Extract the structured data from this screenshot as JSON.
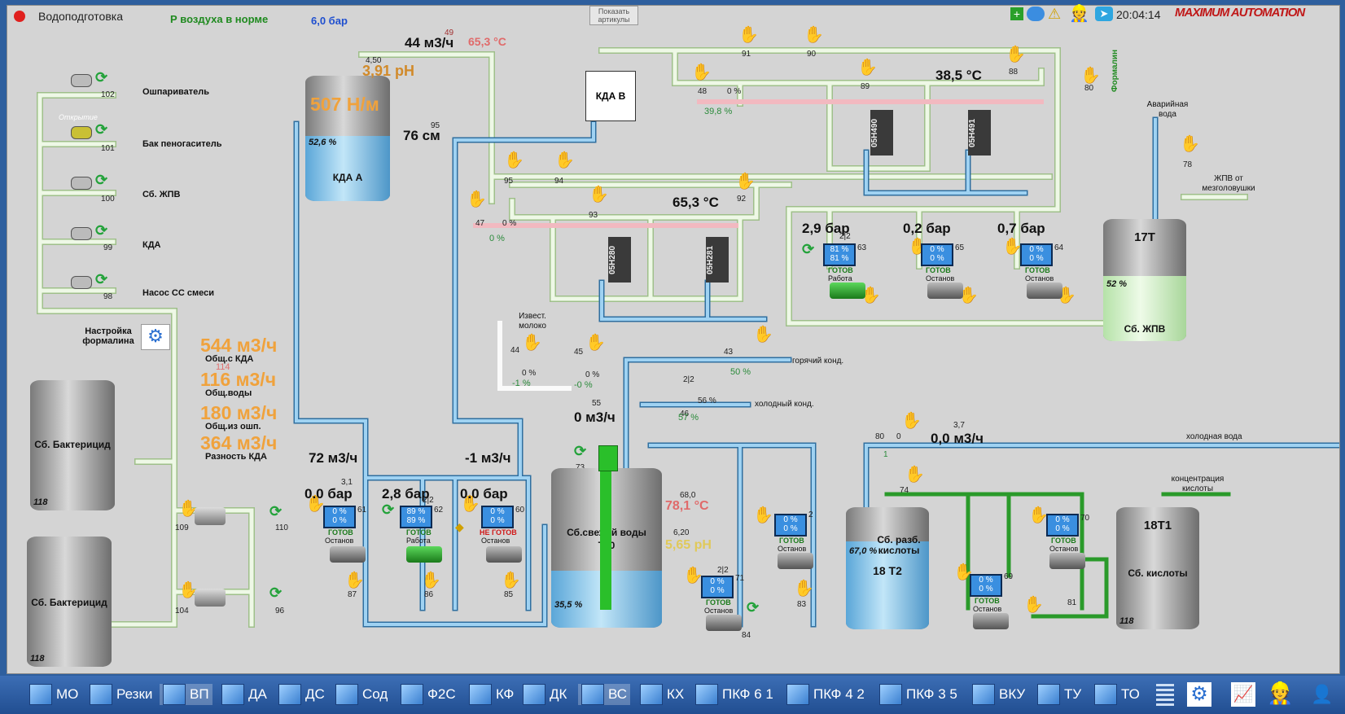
{
  "window": {
    "title": "Водоподготовка"
  },
  "header": {
    "air_status": "Р воздуха в норме",
    "pressure": "6,0 бар",
    "show_articles_btn": "Показать артикулы",
    "clock": "20:04:14",
    "brand": "MAXIMUM AUTOMATION"
  },
  "left_valves": [
    {
      "num": "102",
      "label": "Ошпариватель",
      "state": ""
    },
    {
      "num": "101",
      "label": "Бак пеногаситель",
      "state": "Открытие"
    },
    {
      "num": "100",
      "label": "Сб. ЖПВ",
      "state": ""
    },
    {
      "num": "99",
      "label": "КДА",
      "state": ""
    },
    {
      "num": "98",
      "label": "Насос СС смеси",
      "state": ""
    }
  ],
  "formalin_settings": "Настройка формалина",
  "flows": {
    "total_kda": {
      "value": "544 м3/ч",
      "label": "Общ.с КДА"
    },
    "total_water": {
      "value": "116 м3/ч",
      "label": "Общ.воды",
      "small": "114"
    },
    "total_opsh": {
      "value": "180 м3/ч",
      "label": "Общ.из ошп."
    },
    "diff_kda": {
      "value": "364 м3/ч",
      "label": "Разность КДА"
    }
  },
  "tanks": {
    "bact1": {
      "label": "Сб. Бактерицид",
      "level": "118"
    },
    "bact2": {
      "label": "Сб. Бактерицид",
      "level": "118"
    },
    "kda_a": {
      "label": "КДА А",
      "flow": "507 Н/м",
      "pct": "52,6 %",
      "level_cm": "76 см",
      "small": "95"
    },
    "kda_v": {
      "label": "КДА В"
    },
    "t20": {
      "label1": "Сб.свежей воды",
      "label2": "Т20",
      "pct": "35,5 %",
      "temp": "78,1 °С",
      "temp_small": "68,0",
      "ph": "5,65 pH",
      "ph_small": "6,20"
    },
    "t17": {
      "label": "17Т",
      "pct": "52 %",
      "sub": "Сб. ЖПВ"
    },
    "t18_2": {
      "label1": "Сб. разб. кислоты",
      "label2": "18 Т2",
      "pct": "67,0 %"
    },
    "t18_1": {
      "label1": "18Т1",
      "label2": "Сб. кислоты",
      "level": "118"
    }
  },
  "top": {
    "flow": "44 м3/ч",
    "flow_small": "49",
    "temp": "65,3 °С",
    "ph": "3,91 pH",
    "ph_small": "4,50",
    "temp_right": "38,5 °С",
    "temp_mid": "65,3 °С"
  },
  "heat_exchangers": [
    "05Н490",
    "05Н491",
    "05Н280",
    "05Н281"
  ],
  "valve_nums": [
    "91",
    "90",
    "88",
    "89",
    "48",
    "80",
    "95",
    "94",
    "92",
    "93",
    "47",
    "78",
    "44",
    "45",
    "43",
    "46",
    "80",
    "74",
    "87",
    "86",
    "85",
    "83",
    "81",
    "110",
    "109",
    "104",
    "96",
    "73",
    "84"
  ],
  "valve_pcts": {
    "v48": "0 %",
    "v48b": "39,8 %",
    "v47": "0 %",
    "v47b": "0 %",
    "v44": "0 %",
    "v44b": "-1 %",
    "v45": "0 %",
    "v45b": "-0 %",
    "v43": "50 %",
    "v46": "56 %",
    "v46b": "57 %",
    "v80b": "0",
    "v80b_small": "1"
  },
  "labels": {
    "emergency_water": "Аварийная вода",
    "zhpv_from": "ЖПВ от мезголовушки",
    "formalin": "Формалин",
    "lime_milk": "Извест. молоко",
    "hot_cond": "горячий конд.",
    "cold_cond": "холодный конд.",
    "cold_water": "холодная вода",
    "acid_conc": "концентрация кислоты",
    "flow_0": "0 м3/ч",
    "flow_0_small": "55",
    "flow_72": "72 м3/ч",
    "flow_m1": "-1 м3/ч",
    "flow_cold": "0,0 м3/ч",
    "flow_cold_small": "3,7",
    "two_of_two": "2|2"
  },
  "pumps": [
    {
      "id": "61",
      "pressure": "0.0 бар",
      "p_small": "3,1",
      "m1": "0 %",
      "m2": "0 %",
      "state": "ГОТОВ",
      "mode": "Останов"
    },
    {
      "id": "62",
      "pressure": "2,8 бар",
      "p_small": "2|2",
      "m1": "89 %",
      "m2": "89 %",
      "state": "ГОТОВ",
      "mode": "Работа"
    },
    {
      "id": "60",
      "pressure": "0.0 бар",
      "m1": "0 %",
      "m2": "0 %",
      "state": "НЕ ГОТОВ",
      "mode": "Останов"
    },
    {
      "id": "63",
      "pressure": "2,9 бар",
      "p_small": "2|2",
      "m1": "81 %",
      "m2": "81 %",
      "state": "ГОТОВ",
      "mode": "Работа"
    },
    {
      "id": "65",
      "pressure": "0,2 бар",
      "m1": "0 %",
      "m2": "0 %",
      "state": "ГОТОВ",
      "mode": "Останов"
    },
    {
      "id": "64",
      "pressure": "0,7 бар",
      "m1": "0 %",
      "m2": "0 %",
      "state": "ГОТОВ",
      "mode": "Останов"
    },
    {
      "id": "2",
      "m1": "0 %",
      "m2": "0 %",
      "state": "ГОТОВ",
      "mode": "Останов"
    },
    {
      "id": "71",
      "p_small": "2|2",
      "m1": "0 %",
      "m2": "0 %",
      "state": "ГОТОВ",
      "mode": "Останов"
    },
    {
      "id": "69",
      "m1": "0 %",
      "m2": "0 %",
      "state": "ГОТОВ",
      "mode": "Останов"
    },
    {
      "id": "70",
      "m1": "0 %",
      "m2": "0 %",
      "state": "ГОТОВ",
      "mode": "Останов"
    }
  ],
  "taskbar": [
    "МО",
    "Резки",
    "ВП",
    "ДА",
    "ДС",
    "Сод",
    "Ф2С",
    "КФ",
    "ДК",
    "ВС",
    "КХ",
    "ПКФ 6 1",
    "ПКФ 4 2",
    "ПКФ 3 5",
    "ВКУ",
    "ТУ",
    "ТО"
  ],
  "colors": {
    "pipe_green": "#e3f3d8",
    "pipe_blue": "#5aa8da",
    "pipe_pink": "#f2b9c0",
    "panel": "#d4d4d4",
    "accent_orange": "#f0a23c"
  }
}
